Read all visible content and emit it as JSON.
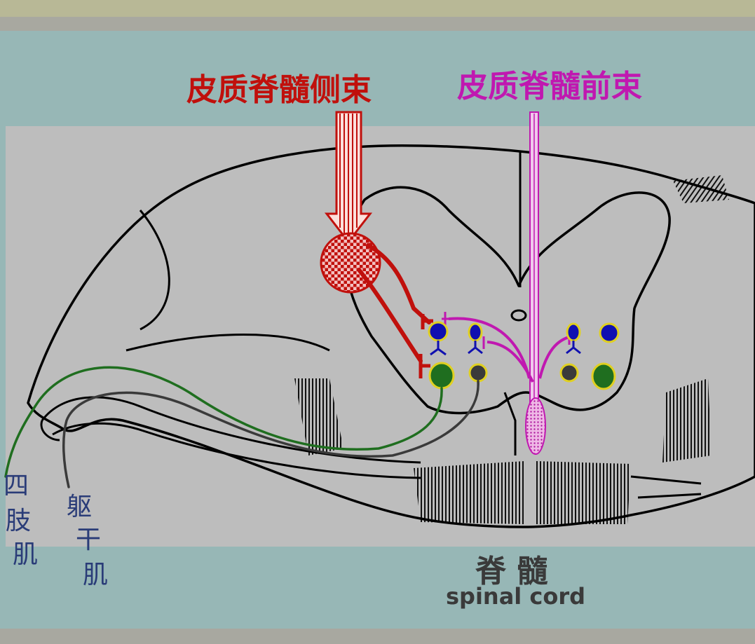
{
  "labels": {
    "lateral_tract": "皮质脊髓侧束",
    "anterior_tract": "皮质脊髓前束",
    "limb_muscle": [
      "四",
      "肢",
      "肌"
    ],
    "trunk_muscle": [
      "躯",
      "干",
      "肌"
    ],
    "spinal_cord_zh": "脊 髓",
    "spinal_cord_en": "spinal cord"
  },
  "colors": {
    "frame_top": "#b8b896",
    "frame_band": "#a8a8a0",
    "background": "#97b7b6",
    "panel": "#bdbdbd",
    "lateral_tract": "#c0100c",
    "anterior_tract": "#c018b0",
    "limb_nerve": "#1f6e1f",
    "trunk_nerve": "#3a3a3a",
    "neuron_blue": "#1010b0",
    "neuron_green": "#1f6e1f",
    "neuron_dark": "#3a3a3a",
    "neuron_ring": "#e0d020",
    "muscle_label": "#2a3c78",
    "cord_label": "#3a3a3a"
  }
}
